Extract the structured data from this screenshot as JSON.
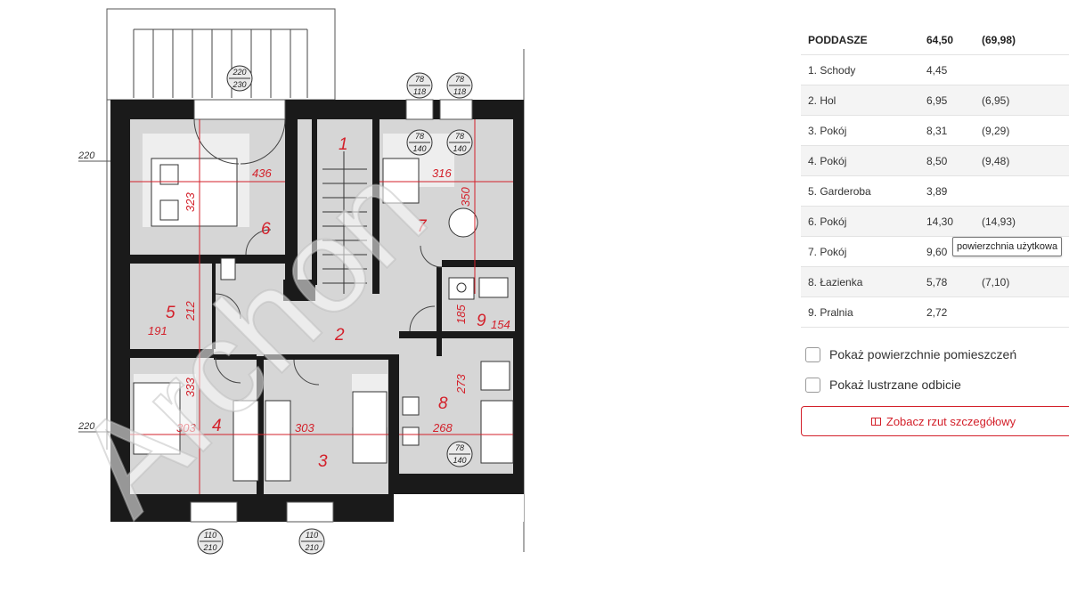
{
  "plan": {
    "level_marks": [
      "220",
      "220"
    ],
    "room_numbers": [
      "1",
      "2",
      "3",
      "4",
      "5",
      "6",
      "7",
      "8",
      "9"
    ],
    "dimensions": [
      "436",
      "323",
      "316",
      "350",
      "212",
      "191",
      "185",
      "154",
      "333",
      "303",
      "303",
      "273",
      "268"
    ],
    "windows": [
      {
        "top": "220",
        "bottom": "230"
      },
      {
        "top": "78",
        "bottom": "118"
      },
      {
        "top": "78",
        "bottom": "118"
      },
      {
        "top": "78",
        "bottom": "140"
      },
      {
        "top": "78",
        "bottom": "140"
      },
      {
        "top": "78",
        "bottom": "140"
      },
      {
        "top": "110",
        "bottom": "210"
      },
      {
        "top": "110",
        "bottom": "210"
      }
    ],
    "watermark_text": "Archon"
  },
  "table": {
    "header": {
      "name": "PODDASZE",
      "area": "64,50",
      "area2": "(69,98)"
    },
    "rows": [
      {
        "name": "1. Schody",
        "area": "4,45",
        "area2": ""
      },
      {
        "name": "2. Hol",
        "area": "6,95",
        "area2": "(6,95)"
      },
      {
        "name": "3. Pokój",
        "area": "8,31",
        "area2": "(9,29)"
      },
      {
        "name": "4. Pokój",
        "area": "8,50",
        "area2": "(9,48)"
      },
      {
        "name": "5. Garderoba",
        "area": "3,89",
        "area2": ""
      },
      {
        "name": "6. Pokój",
        "area": "14,30",
        "area2": "(14,93)"
      },
      {
        "name": "7. Pokój",
        "area": "9,60",
        "area2": ""
      },
      {
        "name": "8. Łazienka",
        "area": "5,78",
        "area2": "(7,10)"
      },
      {
        "name": "9. Pralnia",
        "area": "2,72",
        "area2": ""
      }
    ]
  },
  "tooltip": "powierzchnia użytkowa",
  "options": {
    "show_areas": "Pokaż powierzchnie pomieszczeń",
    "mirror": "Pokaż lustrzane odbicie"
  },
  "detail_button": "Zobacz rzut szczegółowy",
  "colors": {
    "accent": "#d3202a",
    "wall": "#1a1a1a",
    "floor": "#d9d9d9",
    "row_alt": "#f4f4f4"
  }
}
